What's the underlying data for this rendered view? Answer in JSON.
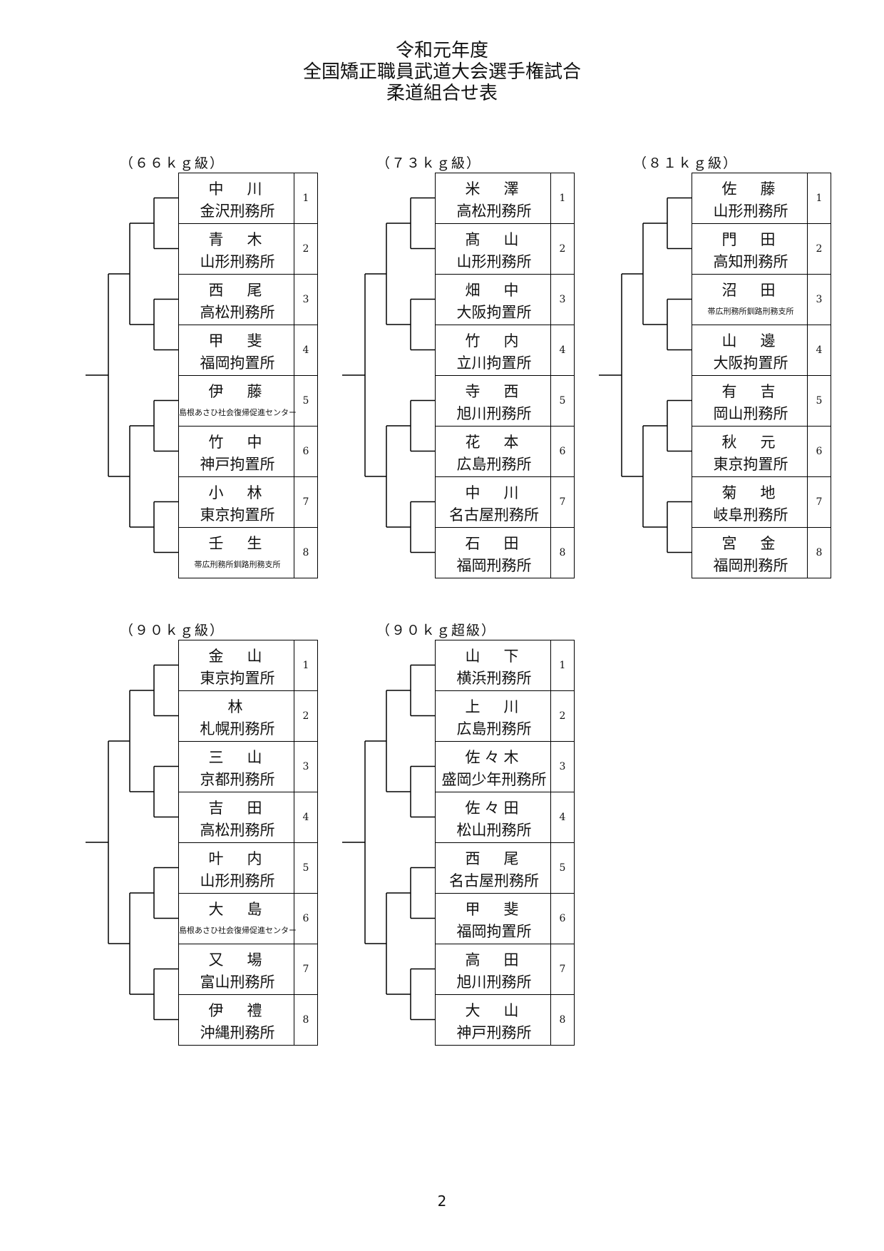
{
  "title_lines": [
    "令和元年度",
    "全国矯正職員武道大会選手権試合",
    "柔道組合せ表"
  ],
  "page_number": "2",
  "divisions": [
    {
      "label": "（６６ｋｇ級）",
      "entries": [
        {
          "num": "1",
          "name": "中　川",
          "affiliation": "金沢刑務所"
        },
        {
          "num": "2",
          "name": "青　木",
          "affiliation": "山形刑務所"
        },
        {
          "num": "3",
          "name": "西　尾",
          "affiliation": "高松刑務所"
        },
        {
          "num": "4",
          "name": "甲　斐",
          "affiliation": "福岡拘置所"
        },
        {
          "num": "5",
          "name": "伊　藤",
          "affiliation": "島根あさひ社会復帰促進センター"
        },
        {
          "num": "6",
          "name": "竹　中",
          "affiliation": "神戸拘置所"
        },
        {
          "num": "7",
          "name": "小　林",
          "affiliation": "東京拘置所"
        },
        {
          "num": "8",
          "name": "壬　生",
          "affiliation": "帯広刑務所釧路刑務支所"
        }
      ]
    },
    {
      "label": "（７３ｋｇ級）",
      "entries": [
        {
          "num": "1",
          "name": "米　澤",
          "affiliation": "高松刑務所"
        },
        {
          "num": "2",
          "name": "髙　山",
          "affiliation": "山形刑務所"
        },
        {
          "num": "3",
          "name": "畑　中",
          "affiliation": "大阪拘置所"
        },
        {
          "num": "4",
          "name": "竹　内",
          "affiliation": "立川拘置所"
        },
        {
          "num": "5",
          "name": "寺　西",
          "affiliation": "旭川刑務所"
        },
        {
          "num": "6",
          "name": "花　本",
          "affiliation": "広島刑務所"
        },
        {
          "num": "7",
          "name": "中　川",
          "affiliation": "名古屋刑務所"
        },
        {
          "num": "8",
          "name": "石　田",
          "affiliation": "福岡刑務所"
        }
      ]
    },
    {
      "label": "（８１ｋｇ級）",
      "entries": [
        {
          "num": "1",
          "name": "佐　藤",
          "affiliation": "山形刑務所"
        },
        {
          "num": "2",
          "name": "門　田",
          "affiliation": "高知刑務所"
        },
        {
          "num": "3",
          "name": "沼　田",
          "affiliation": "帯広刑務所釧路刑務支所"
        },
        {
          "num": "4",
          "name": "山　邊",
          "affiliation": "大阪拘置所"
        },
        {
          "num": "5",
          "name": "有　吉",
          "affiliation": "岡山刑務所"
        },
        {
          "num": "6",
          "name": "秋　元",
          "affiliation": "東京拘置所"
        },
        {
          "num": "7",
          "name": "菊　地",
          "affiliation": "岐阜刑務所"
        },
        {
          "num": "8",
          "name": "宮　金",
          "affiliation": "福岡刑務所"
        }
      ]
    },
    {
      "label": "（９０ｋｇ級）",
      "entries": [
        {
          "num": "1",
          "name": "金　山",
          "affiliation": "東京拘置所"
        },
        {
          "num": "2",
          "name": "林",
          "affiliation": "札幌刑務所"
        },
        {
          "num": "3",
          "name": "三　山",
          "affiliation": "京都刑務所"
        },
        {
          "num": "4",
          "name": "吉　田",
          "affiliation": "高松刑務所"
        },
        {
          "num": "5",
          "name": "叶　内",
          "affiliation": "山形刑務所"
        },
        {
          "num": "6",
          "name": "大　島",
          "affiliation": "島根あさひ社会復帰促進センター"
        },
        {
          "num": "7",
          "name": "又　場",
          "affiliation": "富山刑務所"
        },
        {
          "num": "8",
          "name": "伊　禮",
          "affiliation": "沖縄刑務所"
        }
      ]
    },
    {
      "label": "（９０ｋｇ超級）",
      "entries": [
        {
          "num": "1",
          "name": "山　下",
          "affiliation": "横浜刑務所"
        },
        {
          "num": "2",
          "name": "上　川",
          "affiliation": "広島刑務所"
        },
        {
          "num": "3",
          "name": "佐々木",
          "affiliation": "盛岡少年刑務所"
        },
        {
          "num": "4",
          "name": "佐々田",
          "affiliation": "松山刑務所"
        },
        {
          "num": "5",
          "name": "西　尾",
          "affiliation": "名古屋刑務所"
        },
        {
          "num": "6",
          "name": "甲　斐",
          "affiliation": "福岡拘置所"
        },
        {
          "num": "7",
          "name": "高　田",
          "affiliation": "旭川刑務所"
        },
        {
          "num": "8",
          "name": "大　山",
          "affiliation": "神戸刑務所"
        }
      ]
    }
  ]
}
